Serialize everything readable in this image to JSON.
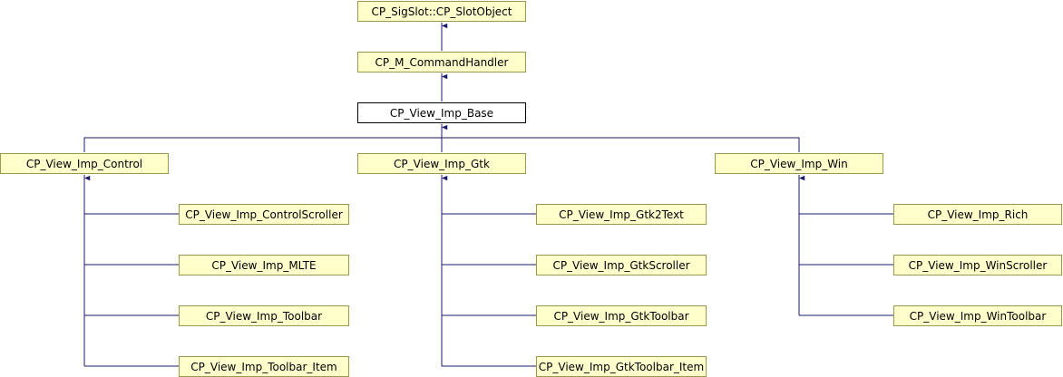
{
  "diagram": {
    "nodes": {
      "sigslot": "CP_SigSlot::CP_SlotObject",
      "cmdhandler": "CP_M_CommandHandler",
      "base": "CP_View_Imp_Base",
      "control": "CP_View_Imp_Control",
      "gtk": "CP_View_Imp_Gtk",
      "win": "CP_View_Imp_Win",
      "controlscroller": "CP_View_Imp_ControlScroller",
      "mlte": "CP_View_Imp_MLTE",
      "toolbar": "CP_View_Imp_Toolbar",
      "toolbar_item": "CP_View_Imp_Toolbar_Item",
      "gtk2text": "CP_View_Imp_Gtk2Text",
      "gtkscroller": "CP_View_Imp_GtkScroller",
      "gtktoolbar": "CP_View_Imp_GtkToolbar",
      "gtktoolbar_item": "CP_View_Imp_GtkToolbar_Item",
      "rich": "CP_View_Imp_Rich",
      "winscroller": "CP_View_Imp_WinScroller",
      "wintoolbar": "CP_View_Imp_WinToolbar"
    },
    "colors": {
      "node_fill": "#ffffcc",
      "node_border": "#9a9a4e",
      "focus_fill": "#ffffff",
      "focus_border": "#000000",
      "edge": "#1a1a6e"
    }
  }
}
